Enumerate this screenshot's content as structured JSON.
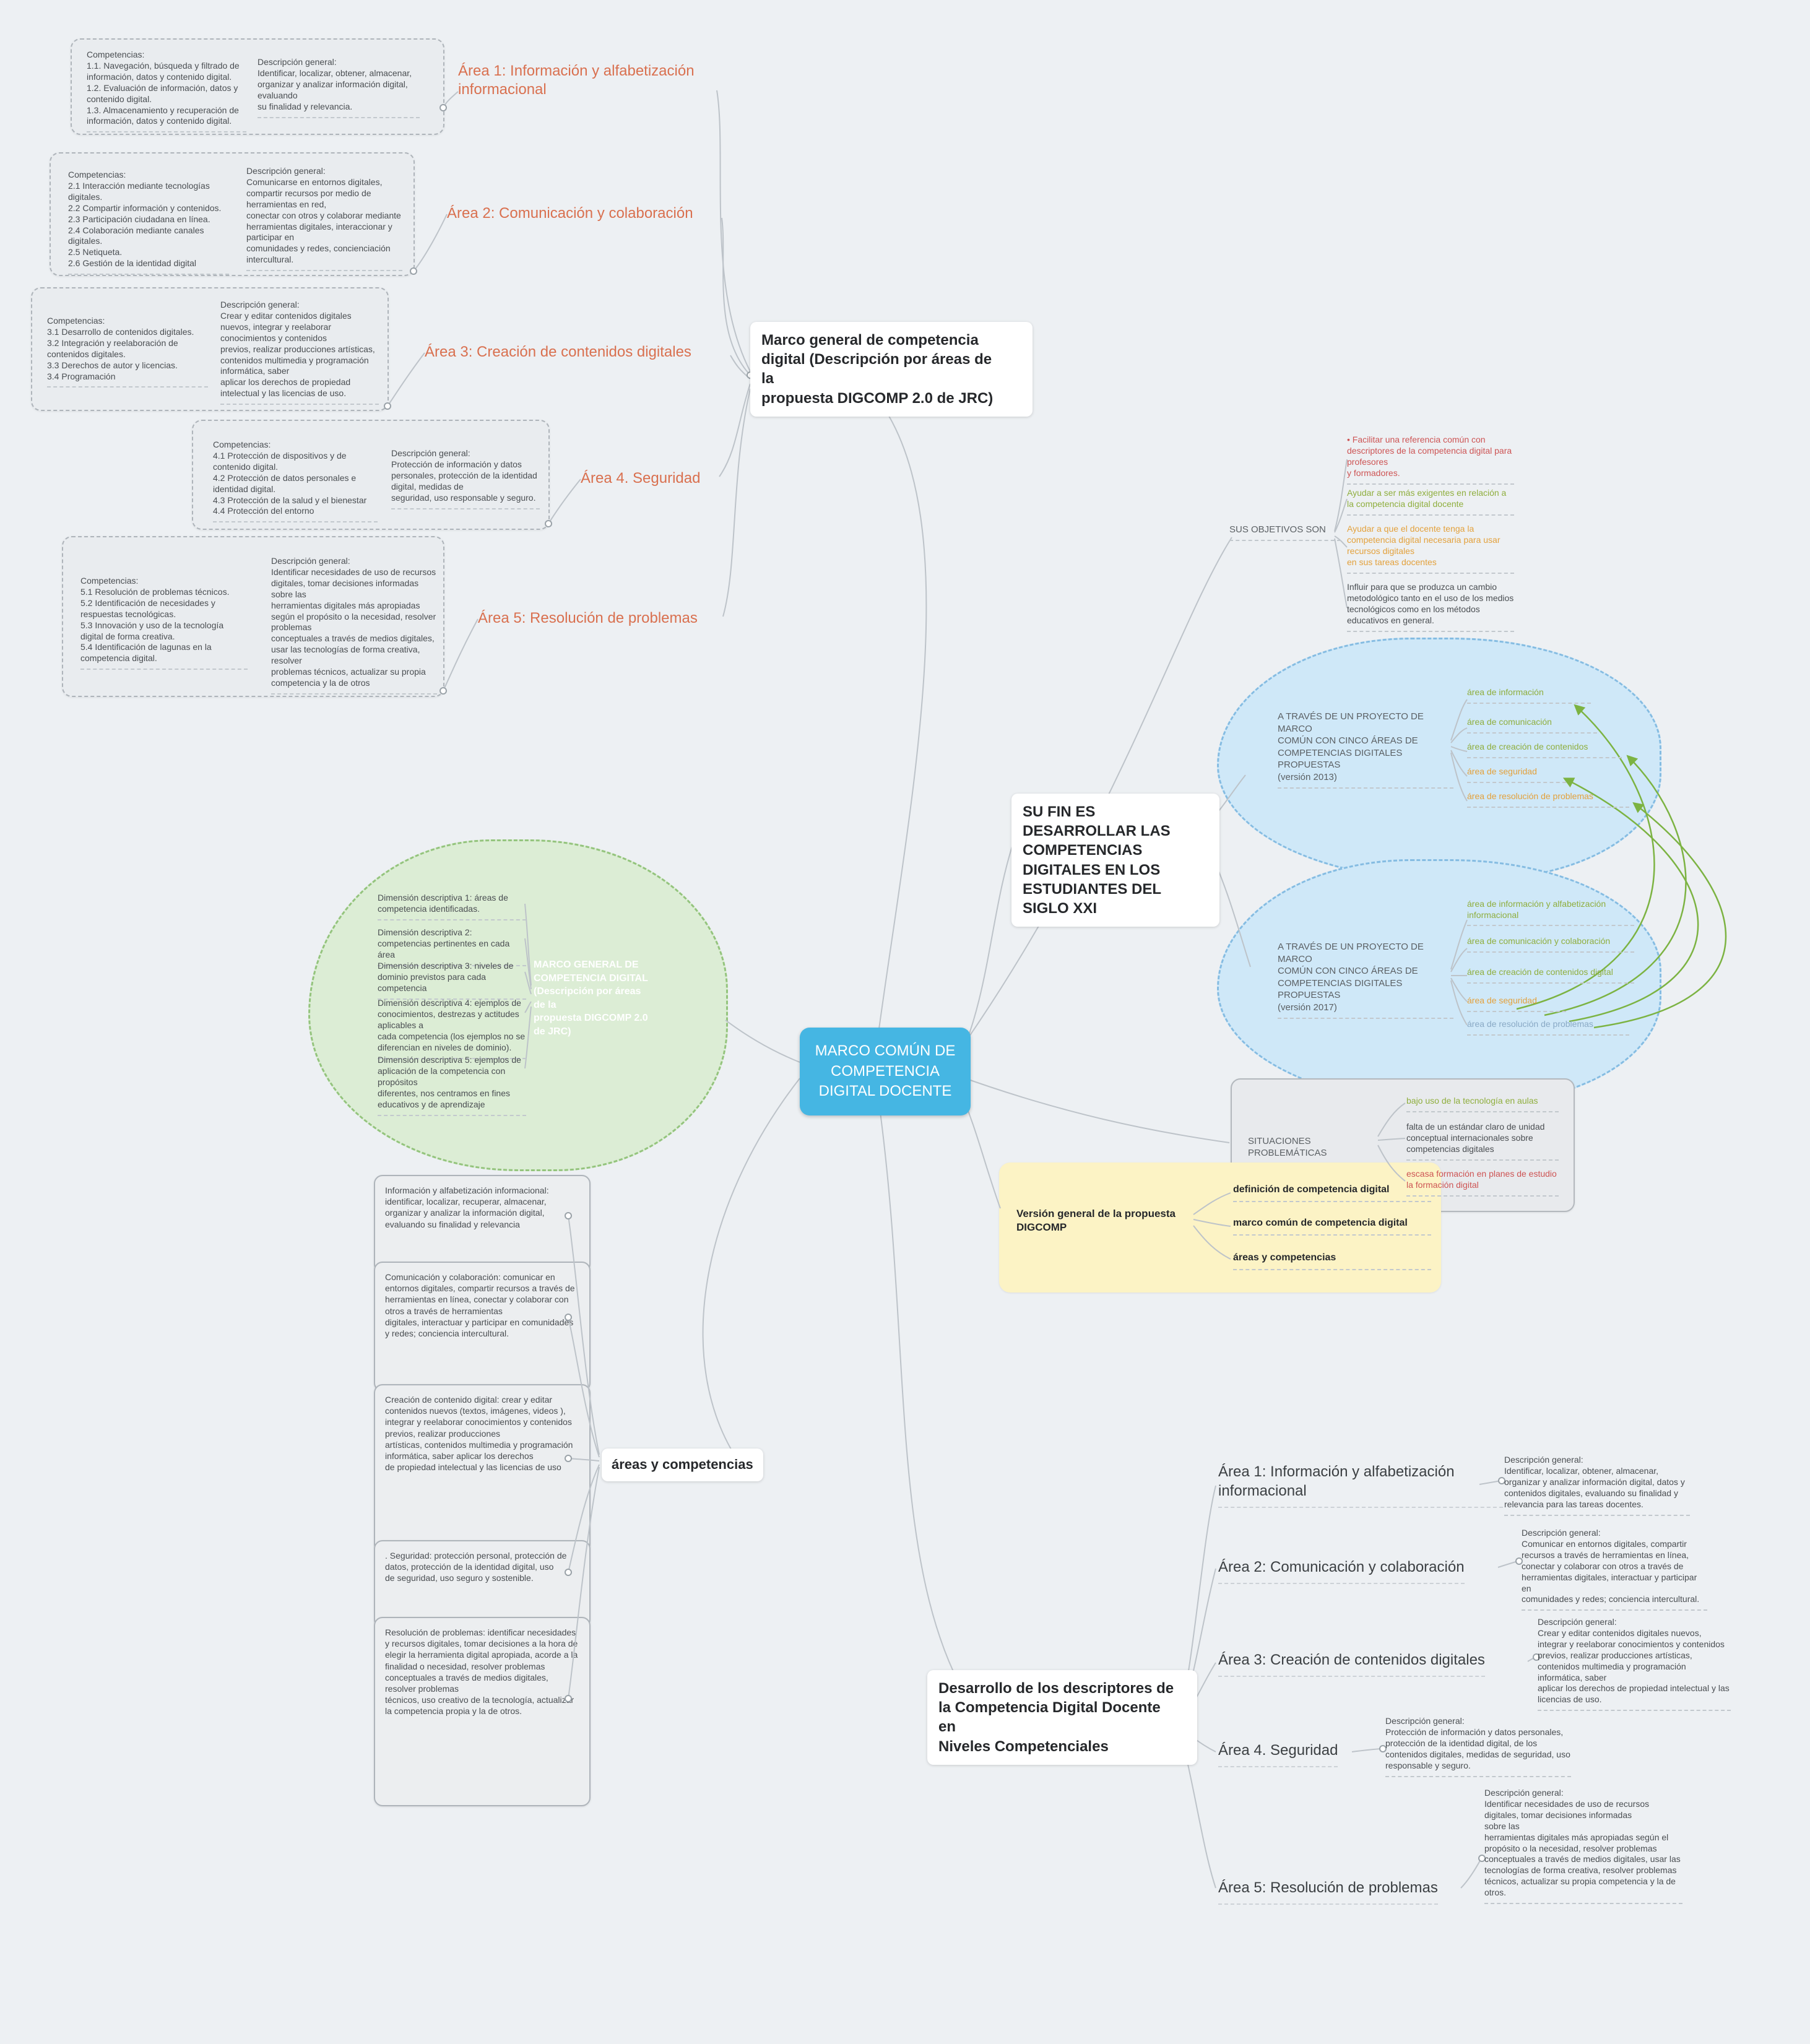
{
  "palette": {
    "background": "#edf0f3",
    "center_blue": "#45b6e3",
    "cloud_blue": "#cfe8f8",
    "cloud_green": "#dcedd5",
    "note_yellow": "#fcf3c5",
    "label_orange": "#d9704f",
    "item_green": "#8fae3e",
    "item_orange": "#e3a13c",
    "item_red": "#cd5454",
    "item_blue": "#8aaac6",
    "text_dark": "#4a4e52"
  },
  "center": {
    "label": "MARCO COMÚN DE\nCOMPETENCIA\nDIGITAL DOCENTE"
  },
  "marco": {
    "title": "Marco general de competencia\ndigital (Descripción por áreas de\nla\npropuesta DIGCOMP 2.0 de JRC)",
    "areas": [
      {
        "label": "Área 1: Información y alfabetización informacional",
        "competencias": "Competencias:\n1.1. Navegación, búsqueda y filtrado de información, datos y contenido digital.\n1.2. Evaluación de información, datos y contenido digital.\n1.3. Almacenamiento y recuperación de información, datos y contenido digital.",
        "descripcion": "Descripción general:\nIdentificar, localizar, obtener, almacenar, organizar y analizar información digital, evaluando\nsu finalidad y relevancia."
      },
      {
        "label": "Área 2: Comunicación y colaboración",
        "competencias": "Competencias:\n2.1 Interacción mediante tecnologías digitales.\n2.2 Compartir información y contenidos.\n2.3 Participación ciudadana en línea.\n2.4 Colaboración mediante canales digitales.\n2.5 Netiqueta.\n2.6 Gestión de la identidad digital",
        "descripcion": "Descripción general:\nComunicarse en entornos digitales, compartir recursos por medio de herramientas en red,\nconectar con otros y colaborar mediante herramientas digitales, interaccionar y participar en\ncomunidades y redes, concienciación intercultural."
      },
      {
        "label": "Área 3: Creación de contenidos digitales",
        "competencias": "Competencias:\n3.1 Desarrollo de contenidos digitales.\n3.2 Integración y reelaboración de contenidos digitales.\n3.3 Derechos de autor y licencias.\n3.4 Programación",
        "descripcion": "Descripción general:\nCrear y editar contenidos digitales nuevos, integrar y reelaborar conocimientos y contenidos\nprevios, realizar producciones artísticas, contenidos multimedia y programación informática, saber\naplicar los derechos de propiedad intelectual y las licencias de uso."
      },
      {
        "label": "Área 4. Seguridad",
        "competencias": "Competencias:\n4.1 Protección de dispositivos y de contenido digital.\n4.2 Protección de datos personales e identidad digital.\n4.3 Protección de la salud y el bienestar\n4.4 Protección del entorno",
        "descripcion": "Descripción general:\nProtección de información y datos personales, protección de la identidad digital, medidas de\nseguridad, uso responsable y seguro."
      },
      {
        "label": "Área 5: Resolución de problemas",
        "competencias": "Competencias:\n5.1 Resolución de problemas técnicos.\n5.2 Identificación de necesidades y respuestas tecnológicas.\n5.3 Innovación y uso de la tecnología digital de forma creativa.\n5.4 Identificación de lagunas en la competencia digital.",
        "descripcion": "Descripción general:\nIdentificar necesidades de uso de recursos digitales, tomar decisiones informadas sobre las\nherramientas digitales más apropiadas según el propósito o la necesidad, resolver problemas\nconceptuales a través de medios digitales, usar las tecnologías de forma creativa, resolver\nproblemas técnicos, actualizar su propia competencia y la de otros"
      }
    ]
  },
  "objetivos": {
    "label": "SUS OBJETIVOS SON",
    "items": [
      "• Facilitar una referencia común con descriptores de la competencia digital para profesores\ny formadores.",
      "Ayudar a ser más exigentes en relación a la competencia digital docente",
      "Ayudar a que el docente tenga la competencia digital necesaria para usar recursos digitales\nen sus tareas docentes",
      "Influir para que se produzca un cambio metodológico tanto en el uso de los medios\ntecnológicos como en los métodos educativos en general."
    ]
  },
  "fin": {
    "label": "SU FIN ES DESARROLLAR LAS COMPETENCIAS DIGITALES EN LOS ESTUDIANTES DEL SIGLO XXI",
    "cloud_2013": {
      "label": "A TRAVÉS DE UN PROYECTO DE MARCO\nCOMÚN CON CINCO ÁREAS DE\nCOMPETENCIAS DIGITALES PROPUESTAS\n(versión 2013)",
      "items": [
        "área de información",
        "área de comunicación",
        "área de creación de contenidos",
        "área de seguridad",
        "área de resolución de problemas"
      ]
    },
    "cloud_2017": {
      "label": "A TRAVÉS DE UN PROYECTO DE MARCO\nCOMÚN CON CINCO ÁREAS DE\nCOMPETENCIAS DIGITALES PROPUESTAS\n(versión 2017)",
      "items": [
        "área de información y alfabetización informacional",
        "área de comunicación y colaboración",
        "área de creación de contenidos digital",
        "área de seguridad",
        "área de resolución de problemas"
      ]
    }
  },
  "marco_cloud": {
    "title": "MARCO GENERAL DE\nCOMPETENCIA DIGITAL\n(Descripción por áreas\nde la\npropuesta DIGCOMP 2.0\nde JRC)",
    "dimensiones": [
      "Dimensión descriptiva 1: áreas de competencia identificadas.",
      "Dimensión descriptiva 2: competencias pertinentes en cada área",
      "Dimensión descriptiva 3: niveles de dominio previstos para cada competencia",
      "Dimensión descriptiva 4: ejemplos de conocimientos, destrezas y actitudes aplicables a\ncada competencia (los ejemplos no se diferencian en niveles de dominio).",
      "Dimensión descriptiva 5: ejemplos de aplicación de la competencia con propósitos\ndiferentes, nos centramos en fines educativos y de aprendizaje"
    ]
  },
  "areas_comp": {
    "label": "áreas y competencias",
    "items": [
      "Información y alfabetización informacional: identificar, localizar, recuperar, almacenar, organizar y analizar la información digital, evaluando su finalidad y relevancia",
      "Comunicación y colaboración: comunicar en entornos digitales, compartir recursos a través de herramientas en línea, conectar y colaborar con otros a través de herramientas\ndigitales, interactuar y participar en comunidades y redes; conciencia intercultural.",
      "Creación de contenido digital: crear y editar contenidos nuevos (textos, imágenes, videos ), integrar y reelaborar conocimientos y contenidos previos, realizar producciones\nartísticas, contenidos multimedia y programación informática, saber aplicar los derechos\nde propiedad intelectual y las licencias de uso",
      ". Seguridad: protección personal, protección de datos, protección de la identidad digital, uso\nde seguridad, uso seguro y sostenible.",
      "Resolución de problemas: identificar necesidades y recursos digitales, tomar decisiones a la hora de elegir la herramienta digital apropiada, acorde a la finalidad o necesidad, resolver problemas conceptuales a través de medios digitales, resolver problemas\ntécnicos, uso creativo de la tecnología, actualizar la competencia propia y la de otros."
    ]
  },
  "situaciones": {
    "label": "SITUACIONES PROBLEMÁTICAS",
    "items": [
      "bajo uso de la tecnología en aulas",
      "falta de un estándar claro de unidad conceptual internacionales sobre competencias digitales",
      "escasa formación en planes de estudio la formación digital"
    ]
  },
  "version": {
    "label": "Versión general de la propuesta\nDIGCOMP",
    "items": [
      "definición de competencia digital",
      "marco común de competencia digital",
      "áreas y competencias"
    ]
  },
  "desarrollo": {
    "title": "Desarrollo de los descriptores de\nla Competencia Digital Docente\nen\nNiveles Competenciales",
    "areas": [
      {
        "label": "Área 1: Información y alfabetización informacional",
        "descripcion": "Descripción general:\nIdentificar, localizar, obtener, almacenar, organizar y analizar información digital, datos y\ncontenidos digitales, evaluando su finalidad y relevancia para las tareas docentes."
      },
      {
        "label": "Área 2: Comunicación y colaboración",
        "descripcion": "Descripción general:\nComunicar en entornos digitales, compartir recursos a través de herramientas en línea, conectar y colaborar con otros a través de herramientas digitales, interactuar y participar en\ncomunidades y redes; conciencia intercultural."
      },
      {
        "label": "Área 3: Creación de contenidos digitales",
        "descripcion": "Descripción general:\nCrear y editar contenidos digitales nuevos, integrar y reelaborar conocimientos y contenidos\nprevios, realizar producciones artísticas, contenidos multimedia y programación informática, saber\naplicar los derechos de propiedad intelectual y las licencias de uso."
      },
      {
        "label": "Área 4. Seguridad",
        "descripcion": "Descripción general:\nProtección de información y datos personales, protección de la identidad digital, de los\ncontenidos digitales, medidas de seguridad, uso responsable y seguro."
      },
      {
        "label": "Área 5: Resolución de problemas",
        "descripcion": "Descripción general:\nIdentificar necesidades de uso de recursos digitales, tomar decisiones informadas\nsobre las\nherramientas digitales más apropiadas según el propósito o la necesidad, resolver problemas\nconceptuales a través de medios digitales, usar las tecnologías de forma creativa, resolver problemas\ntécnicos, actualizar su propia competencia y la de otros."
      }
    ]
  }
}
